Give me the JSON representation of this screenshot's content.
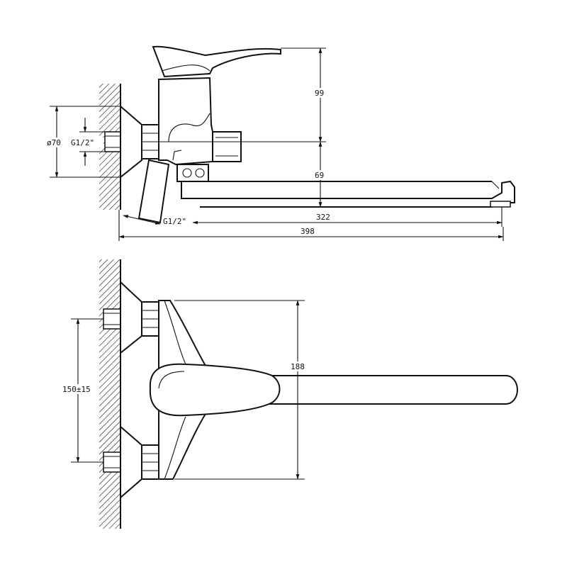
{
  "colors": {
    "line": "#111111",
    "background": "#ffffff",
    "hatch": "#111111"
  },
  "dimensions": {
    "d99": "99",
    "d69": "69",
    "d322": "322",
    "d398": "398",
    "d188": "188",
    "dia70": "ø70",
    "thread_top": "G1/2\"",
    "thread_bottom": "G1/2\"",
    "spacing": "150±15"
  }
}
